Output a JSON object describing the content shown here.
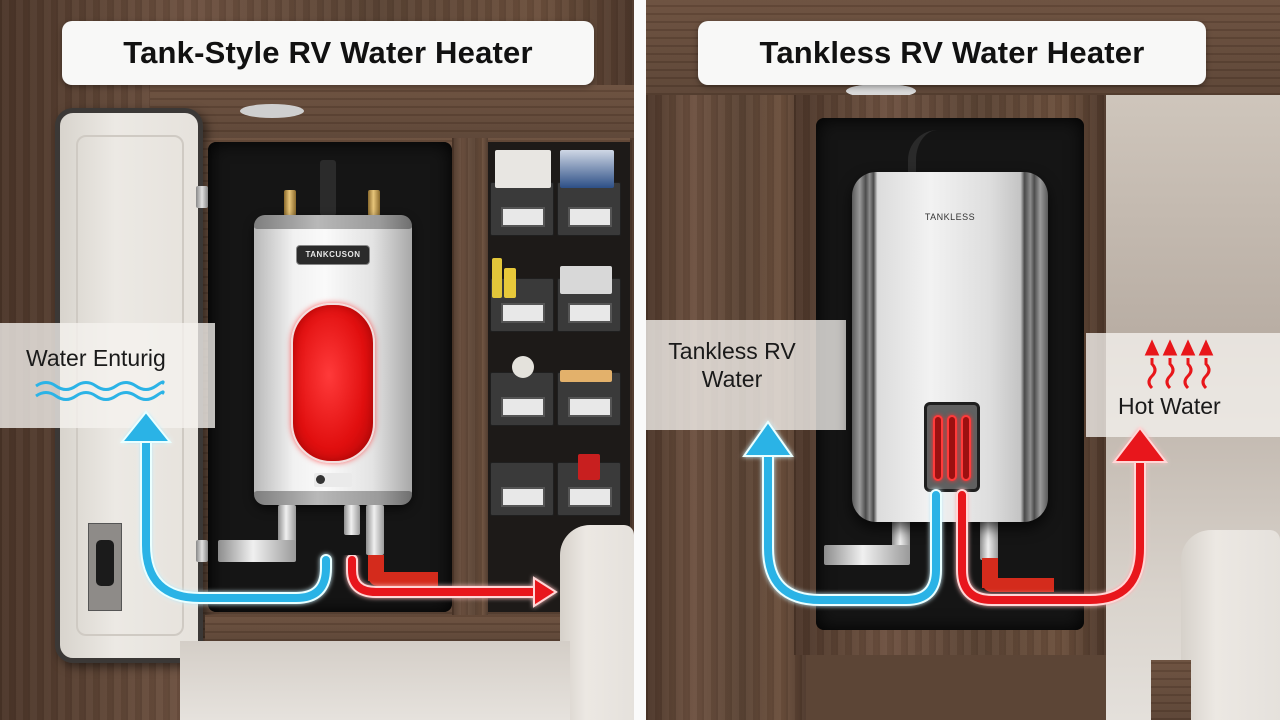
{
  "left": {
    "title": "Tank-Style RV Water Heater",
    "inlet_label": "Water Enturig",
    "tank_brand_label": "TANKCUSON",
    "colors": {
      "cold": "#2bb3e6",
      "hot": "#e8161a",
      "tank_window": "#e61212"
    }
  },
  "right": {
    "title": "Tankless RV Water Heater",
    "inlet_label_line1": "Tankless RV",
    "inlet_label_line2": "Water",
    "outlet_label": "Hot Water",
    "unit_brand_label": "TANKLESS",
    "colors": {
      "cold": "#2bb3e6",
      "hot": "#e8161a"
    }
  },
  "icons": {
    "water_waves": "water-waves-icon",
    "heat_waves": "heat-waves-icon",
    "cold_flow_arrow": "cold-flow-arrow",
    "hot_flow_arrow": "hot-flow-arrow"
  }
}
